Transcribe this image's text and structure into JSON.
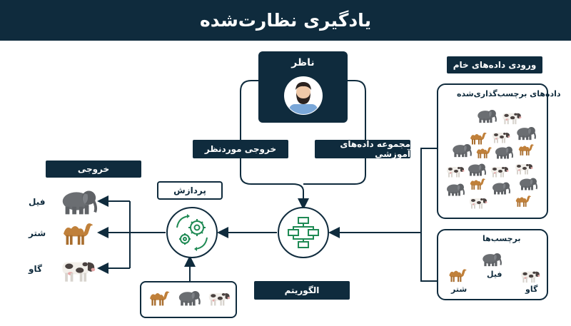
{
  "title": "یادگیری نظارت‌شده",
  "supervisor": {
    "label": "ناظر"
  },
  "labels": {
    "expected_output": "خروجی موردنظر",
    "training_set": "مجموعه داده‌های آموزشی",
    "raw_input": "ورودی داده‌های خام",
    "output": "خروجی",
    "processing": "پردازش",
    "algorithm": "الگوریتم"
  },
  "labeled_data": {
    "title": "داده‌های برچسب‌گذاری‌شده"
  },
  "tags": {
    "title": "برچسب‌ها",
    "elephant": "فیل",
    "camel": "شتر",
    "cow": "گاو"
  },
  "output_items": [
    {
      "label": "فیل",
      "icon": "elephant-icon"
    },
    {
      "label": "شتر",
      "icon": "camel-icon"
    },
    {
      "label": "گاو",
      "icon": "cow-icon"
    }
  ],
  "colors": {
    "navy": "#0f2b3d",
    "green": "#1f8a54",
    "elephant": "#6b6e72",
    "camel": "#c0803a"
  }
}
